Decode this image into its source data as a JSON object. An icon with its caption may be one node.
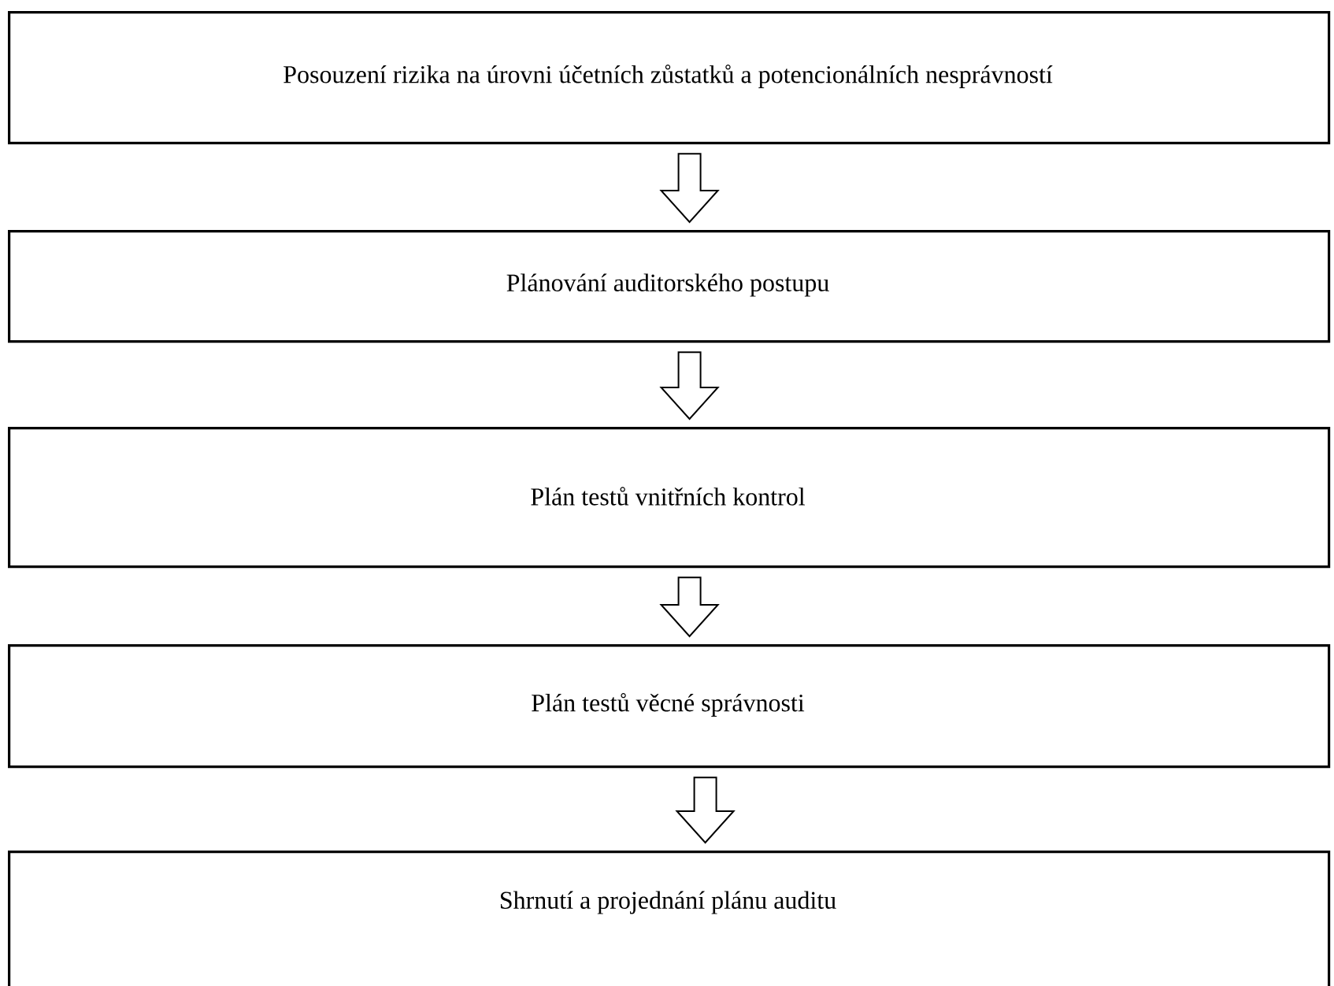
{
  "diagram": {
    "nodes": [
      {
        "text": [
          "Posouzení rizika na úrovni účetních zůstatků a potencionálních nesprávností"
        ]
      },
      {
        "text": [
          "Plánování auditorského postupu"
        ]
      },
      {
        "text": [
          "Plán testů vnitřních kontrol"
        ]
      },
      {
        "text": [
          "Plán testů věcné správnosti"
        ]
      },
      {
        "text": [
          "Shrnutí a projednání plánu auditu"
        ]
      }
    ],
    "edges": [
      {
        "from": 0,
        "to": 1,
        "arrow": "to"
      },
      {
        "from": 1,
        "to": 2,
        "arrow": "to"
      },
      {
        "from": 2,
        "to": 3,
        "arrow": "to"
      },
      {
        "from": 3,
        "to": 4,
        "arrow": "to"
      }
    ]
  }
}
